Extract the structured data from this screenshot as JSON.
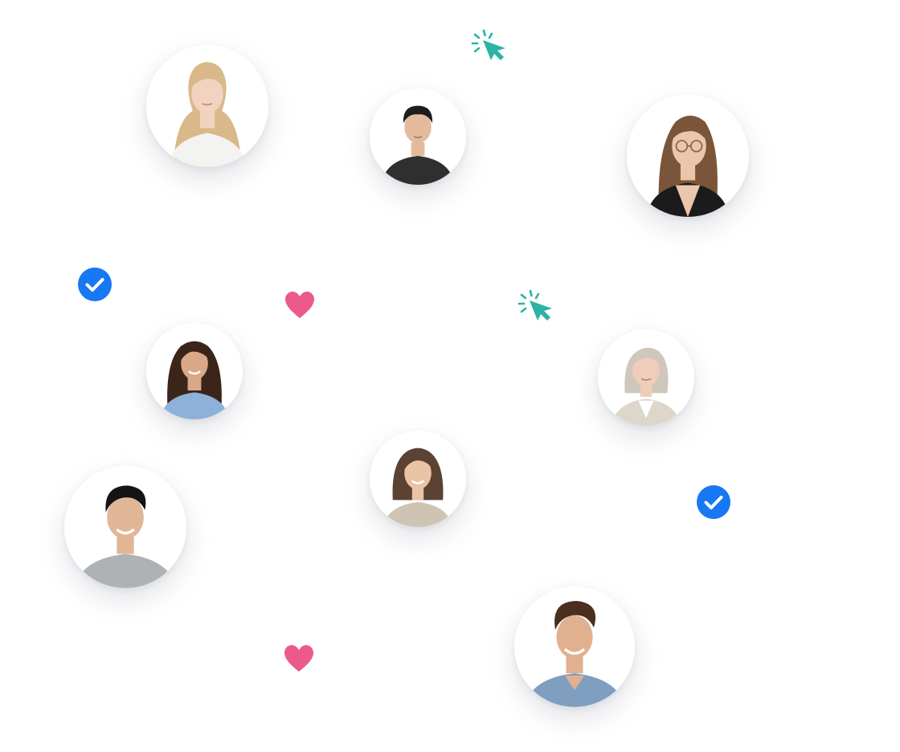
{
  "colors": {
    "background": "#ffffff",
    "check_badge": "#1877f2",
    "heart": "#ec5a8a",
    "cursor": "#2bb3a3"
  },
  "icons": {
    "check": "check-circle-icon",
    "heart": "heart-icon",
    "cursor": "cursor-click-icon"
  },
  "people": [
    {
      "id": "person-1",
      "hair": "#d9b88a",
      "skin": "#f2d3bf",
      "shirt": "#f3f3f1"
    },
    {
      "id": "person-2",
      "hair": "#1d1d1d",
      "skin": "#e3bb9c",
      "shirt": "#2f2f2f"
    },
    {
      "id": "person-3",
      "hair": "#7a5539",
      "skin": "#ebc6ac",
      "shirt": "#1b1b1b"
    },
    {
      "id": "person-4",
      "hair": "#3b2519",
      "skin": "#d9a889",
      "shirt": "#8db1d8"
    },
    {
      "id": "person-5",
      "hair": "#cfc7bb",
      "skin": "#efcdb9",
      "shirt": "#ded6ca"
    },
    {
      "id": "person-6",
      "hair": "#5b4232",
      "skin": "#ebc3a7",
      "shirt": "#cfc4b4"
    },
    {
      "id": "person-7",
      "hair": "#141414",
      "skin": "#e1b697",
      "shirt": "#aeb2b4"
    },
    {
      "id": "person-8",
      "hair": "#4a2e1e",
      "skin": "#e1b08f",
      "shirt": "#7f9ec0"
    }
  ]
}
